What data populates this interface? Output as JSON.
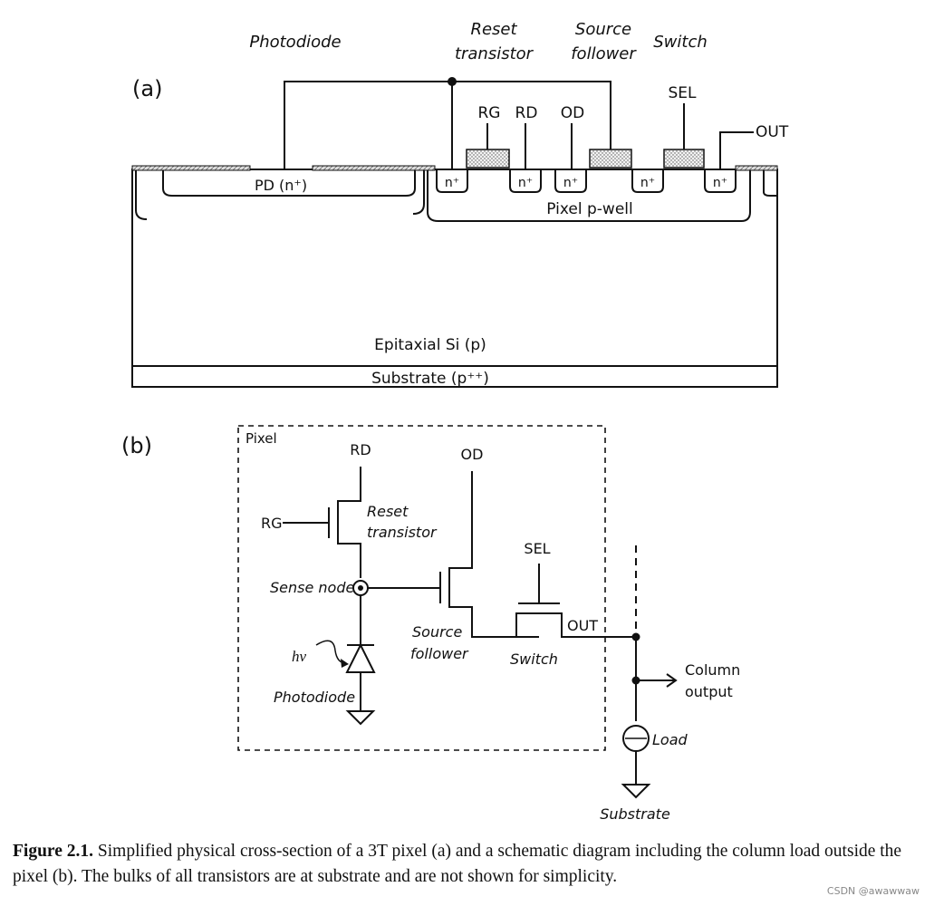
{
  "panel_a": {
    "panel_label": "(a)",
    "top_labels": {
      "photodiode": "Photodiode",
      "reset_line1": "Reset",
      "reset_line2": "transistor",
      "source_line1": "Source",
      "source_line2": "follower",
      "switch": "Switch"
    },
    "terminals": {
      "rg": "RG",
      "rd": "RD",
      "od": "OD",
      "sel": "SEL",
      "out": "OUT"
    },
    "regions": {
      "pd": "PD (n⁺)",
      "n_plus": "n⁺",
      "pwell": "Pixel p-well",
      "epi": "Epitaxial Si (p)",
      "substrate": "Substrate (p⁺⁺)"
    }
  },
  "panel_b": {
    "panel_label": "(b)",
    "pixel_box_label": "Pixel",
    "rd": "RD",
    "od": "OD",
    "rg": "RG",
    "sel": "SEL",
    "out": "OUT",
    "reset_line1": "Reset",
    "reset_line2": "transistor",
    "sense_node": "Sense node",
    "hv": "hv",
    "photodiode": "Photodiode",
    "source_line1": "Source",
    "source_line2": "follower",
    "switch": "Switch",
    "column_line1": "Column",
    "column_line2": "output",
    "load": "Load",
    "substrate": "Substrate"
  },
  "caption": {
    "label": "Figure 2.1.",
    "text": "Simplified physical cross-section of a 3T pixel (a) and a schematic diagram including the column load outside the pixel (b). The bulks of all transistors are at substrate and are not shown for simplicity."
  },
  "watermark": "CSDN @awawwaw"
}
